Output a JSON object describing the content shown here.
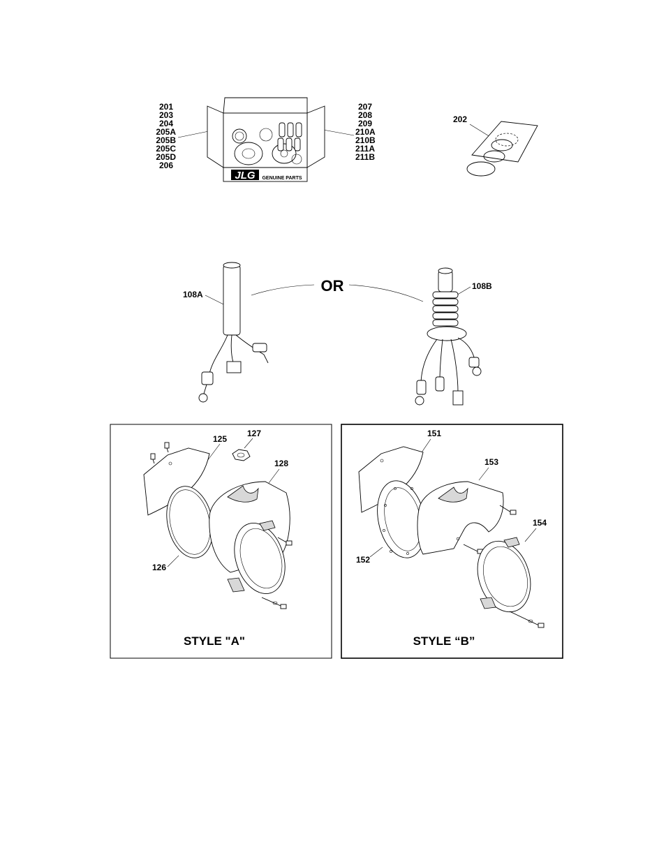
{
  "kit": {
    "left_callouts": [
      "201",
      "203",
      "204",
      "205A",
      "205B",
      "205C",
      "205D",
      "206"
    ],
    "right_callouts": [
      "207",
      "208",
      "209",
      "210A",
      "210B",
      "211A",
      "211B"
    ],
    "brand": "JLG",
    "brand_tag": "GENUINE PARTS"
  },
  "bag": {
    "callout": "202"
  },
  "harness": {
    "a_callout": "108A",
    "b_callout": "108B",
    "or_label": "OR"
  },
  "style_a": {
    "title": "STYLE \"A\"",
    "callouts": {
      "p125": "125",
      "p127": "127",
      "p128": "128",
      "p126": "126"
    }
  },
  "style_b": {
    "title": "STYLE “B”",
    "callouts": {
      "p151": "151",
      "p153": "153",
      "p154": "154",
      "p152": "152"
    }
  }
}
